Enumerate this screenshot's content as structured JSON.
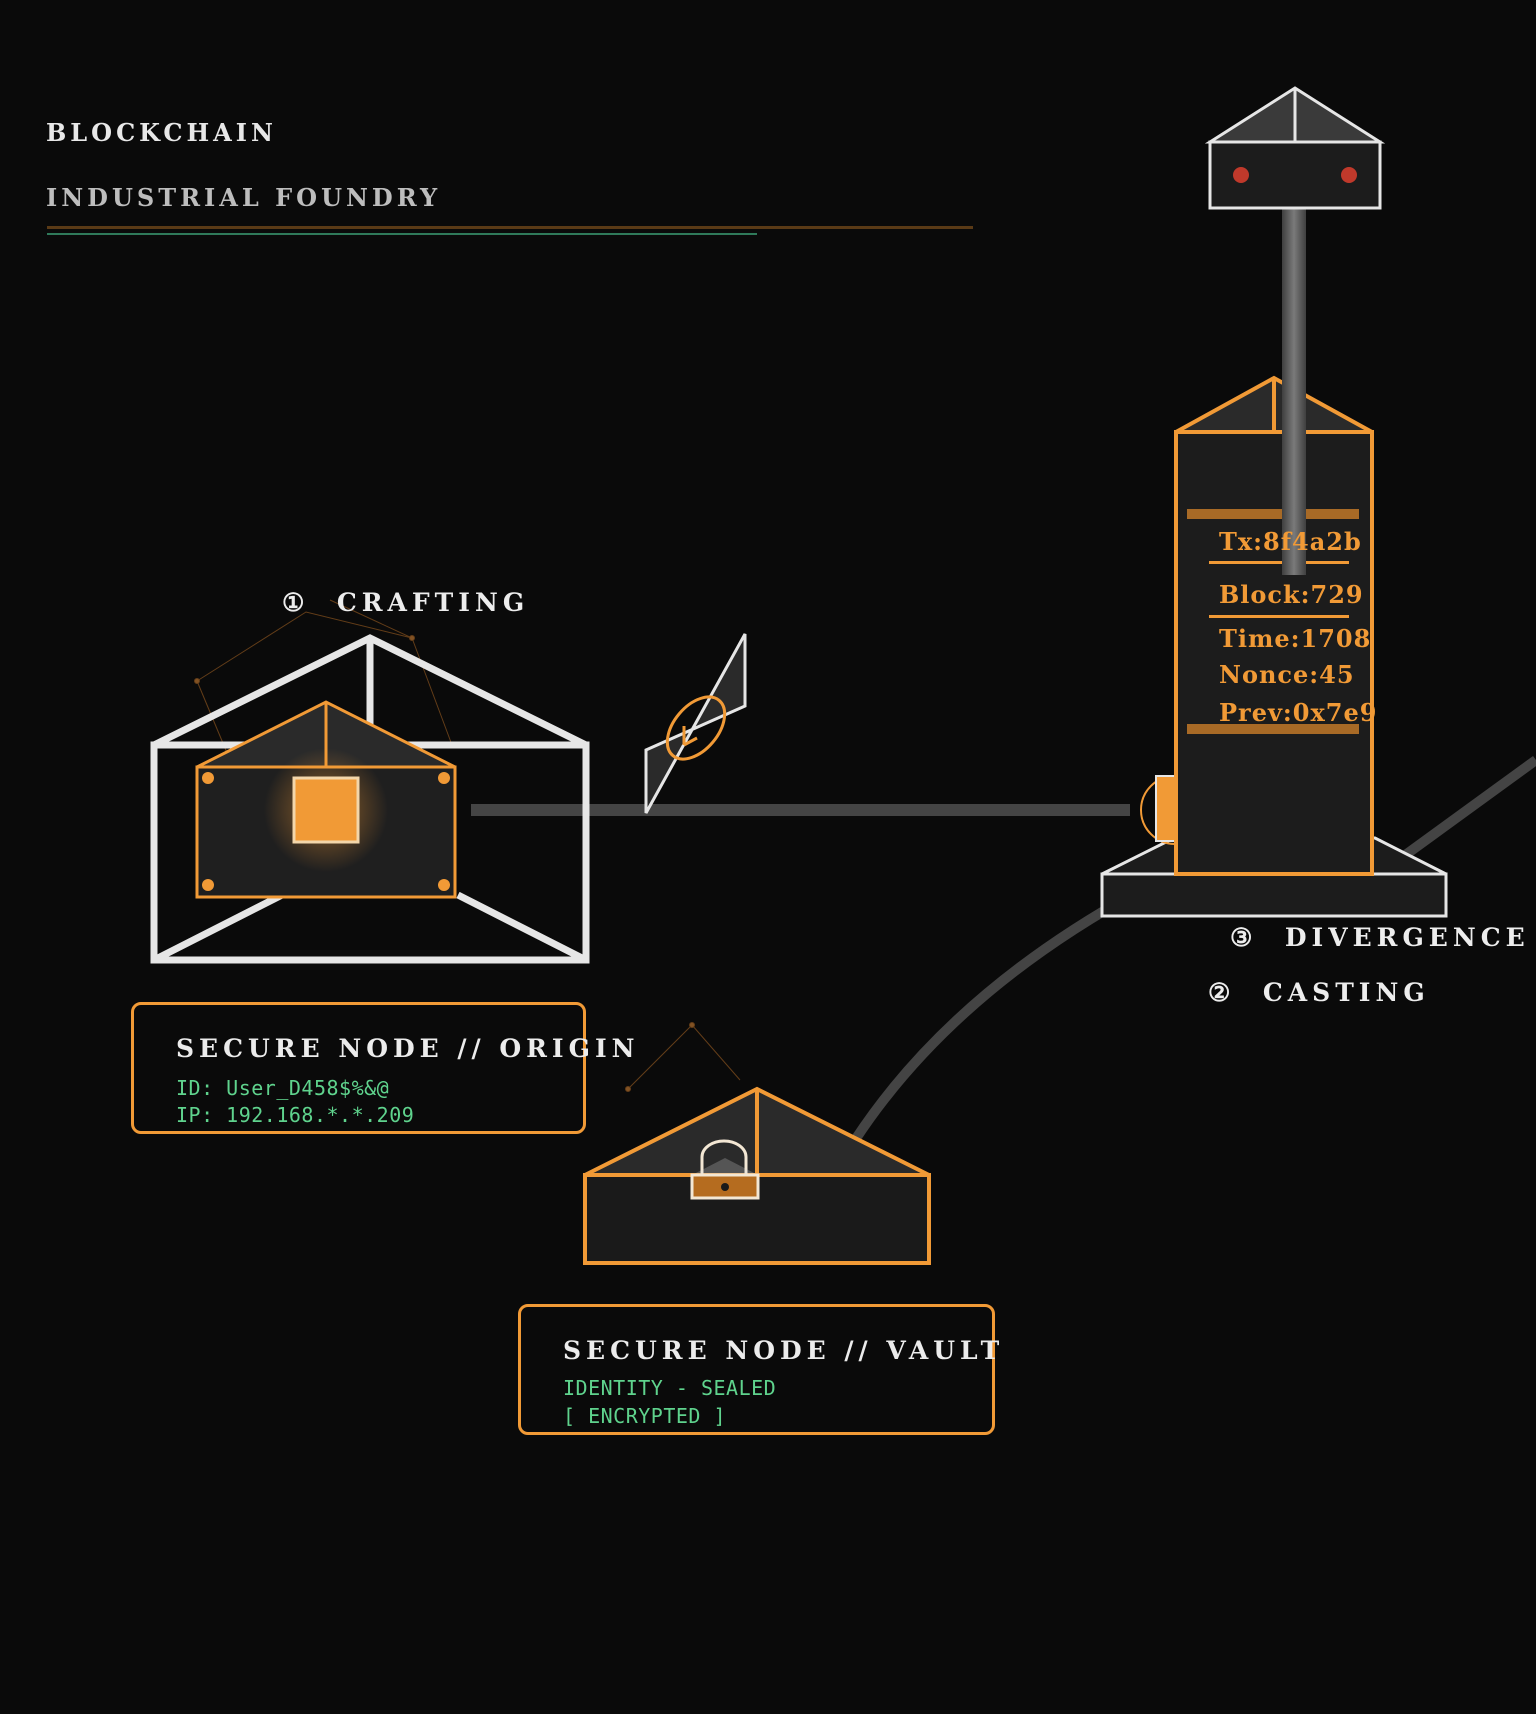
{
  "header": {
    "title": "BLOCKCHAIN",
    "subtitle": "INDUSTRIAL FOUNDRY"
  },
  "stages": {
    "crafting": {
      "number": "①",
      "label": "CRAFTING"
    },
    "casting": {
      "number": "②",
      "label": "CASTING"
    },
    "divergence": {
      "number": "③",
      "label": "DIVERGENCE"
    }
  },
  "origin_card": {
    "title": "SECURE NODE // ORIGIN",
    "id_line": "ID: User_D458$%&@",
    "ip_line": "IP: 192.168.*.*.209"
  },
  "vault_card": {
    "title": "SECURE NODE // VAULT",
    "line1": "IDENTITY - SEALED",
    "line2": "[ ENCRYPTED ]"
  },
  "ledger": {
    "tx": "Tx:8f4a2b",
    "block": "Block:729",
    "time": "Time:1708",
    "nonce": "Nonce:45",
    "prev": "Prev:0x7e9"
  },
  "icons": {
    "lock": "padlock-icon",
    "gear": "gear-icon",
    "sensor": "sensor-head-icon"
  },
  "colors": {
    "background": "#0a0a0a",
    "accent": "#f19a36",
    "frame": "#e6e6e6",
    "terminal_text": "#5fd38d",
    "pipe": "#444444",
    "sensor_light": "#c0392b"
  }
}
